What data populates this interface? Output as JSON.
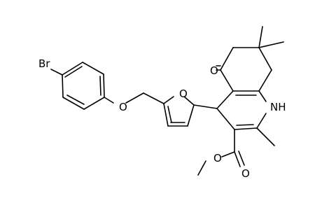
{
  "molecule": {
    "atoms": {
      "br": "Br",
      "o_ether": "O",
      "o_furan": "O",
      "o_ketone": "O",
      "nh": "NH",
      "o_carbonyl": "O",
      "o_methoxy": "O"
    }
  }
}
